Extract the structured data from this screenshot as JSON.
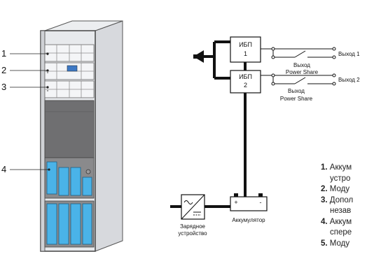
{
  "cabinet_callouts": [
    "1",
    "2",
    "3",
    "4"
  ],
  "ups_units": [
    {
      "label_line1": "ИБП",
      "label_line2": "1",
      "output_label": "Выход 1",
      "power_share_line1": "Выход",
      "power_share_line2": "Power Share"
    },
    {
      "label_line1": "ИБП",
      "label_line2": "2",
      "output_label": "Выход 2",
      "power_share_line1": "Выход",
      "power_share_line2": "Power Share"
    }
  ],
  "charger": {
    "label_line1": "Зарядное",
    "label_line2": "устройство"
  },
  "battery": {
    "label": "Аккумулятор",
    "plus": "+",
    "minus": "-"
  },
  "legend": [
    {
      "num": "1.",
      "line1": "Аккум",
      "line2": "устро"
    },
    {
      "num": "2.",
      "line1": "Моду",
      "line2": ""
    },
    {
      "num": "3.",
      "line1": "Допол",
      "line2": "незав"
    },
    {
      "num": "4.",
      "line1": "Аккум",
      "line2": "спере"
    },
    {
      "num": "5.",
      "line1": "Моду",
      "line2": ""
    }
  ],
  "colors": {
    "accent_blue": "#4ab3e8",
    "cabinet_front": "#e9ebee",
    "cabinet_side": "#d4d6da",
    "dark_panel": "#6e6e70"
  }
}
